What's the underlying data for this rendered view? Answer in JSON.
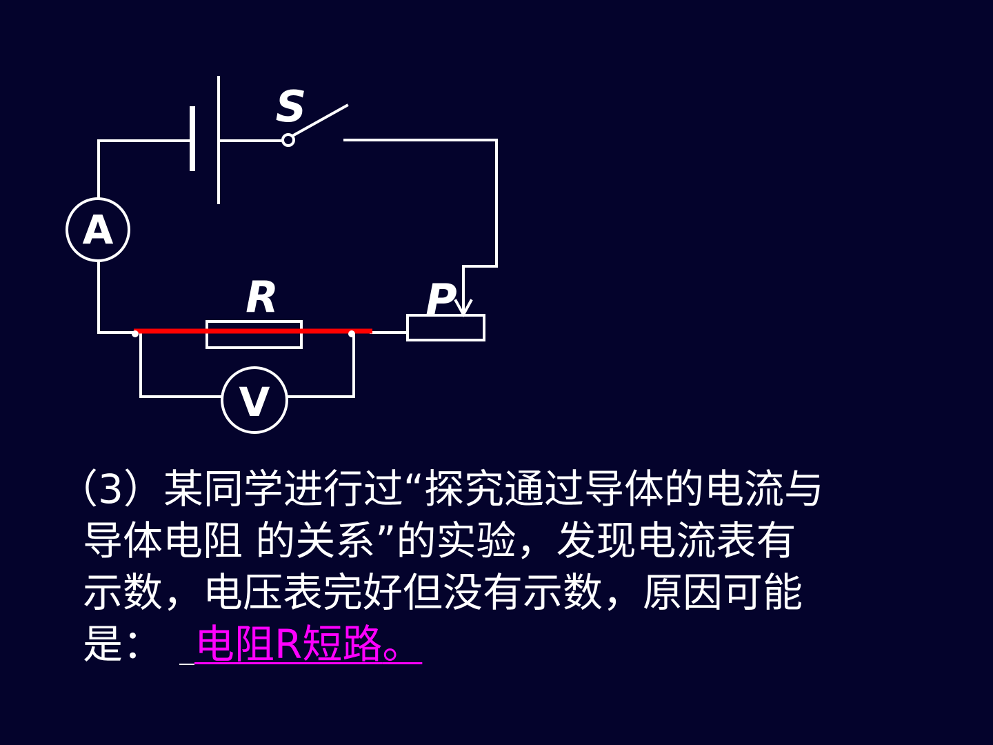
{
  "circuit": {
    "switch_label": "S",
    "ammeter_symbol": "A",
    "voltmeter_symbol": "V",
    "resistor_label": "R",
    "rheostat_label": "P",
    "highlight_color": "#ff0000",
    "wire_color": "#ffffff"
  },
  "question": {
    "line1": "（3）某同学进行过“探究通过导体的电流与",
    "line2": "导体电阻 的关系”的实验，发现电流表有",
    "line3": "示数，电压表完好但没有示数，原因可能",
    "line4_prefix": "是：",
    "answer": "电阻R短路",
    "answer_end": "。",
    "answer_color": "#ff00ff"
  }
}
